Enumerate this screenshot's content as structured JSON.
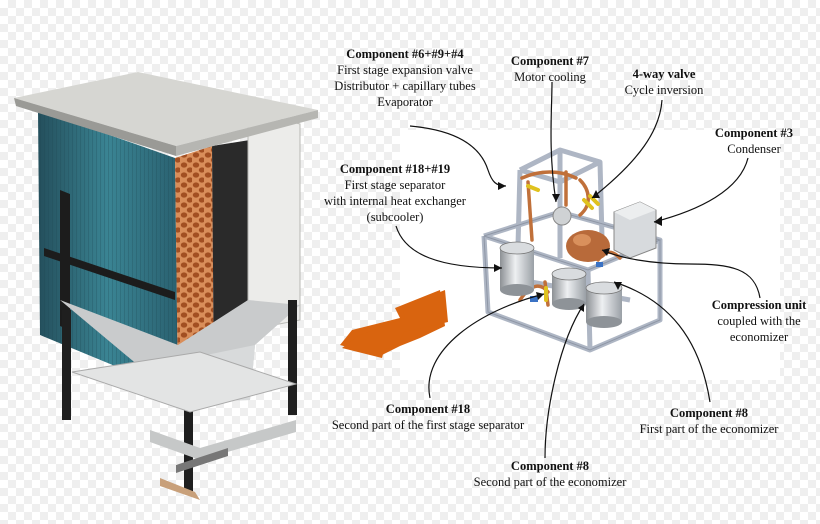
{
  "callouts": {
    "c6": {
      "title": "Component #6+#9+#4",
      "lines": [
        "First stage expansion valve",
        "Distributor + capillary tubes",
        "Evaporator"
      ]
    },
    "c7": {
      "title": "Component #7",
      "lines": [
        "Motor cooling"
      ]
    },
    "valve": {
      "title": "4-way valve",
      "lines": [
        "Cycle inversion"
      ]
    },
    "c3": {
      "title": "Component #3",
      "lines": [
        "Condenser"
      ]
    },
    "c18_19": {
      "title": "Component #18+#19",
      "lines": [
        "First stage separator",
        "with internal heat exchanger",
        "(subcooler)"
      ]
    },
    "cu": {
      "title": "Compression unit",
      "lines": [
        "coupled with the",
        "economizer"
      ]
    },
    "c18": {
      "title": "Component #18",
      "lines": [
        "Second part of the first stage separator"
      ]
    },
    "c8a": {
      "title": "Component #8",
      "lines": [
        "First part of the economizer"
      ]
    },
    "c8b": {
      "title": "Component #8",
      "lines": [
        "Second part of the economizer"
      ]
    }
  },
  "colors": {
    "arrow": "#d9640f",
    "copper": "#c0703a",
    "frame": "#aeb6c4",
    "coil": "#2e6f7f",
    "roof": "#cfcfcb"
  }
}
